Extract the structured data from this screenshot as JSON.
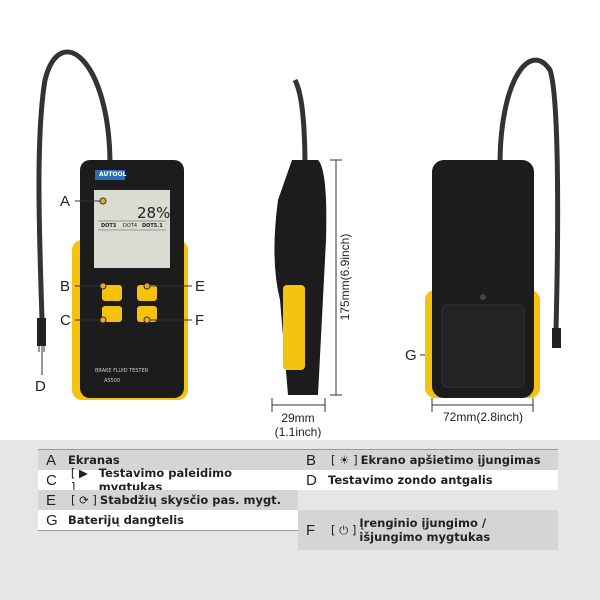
{
  "device": {
    "brand": "AUTOOL",
    "screen_value": "28%",
    "dot_labels": [
      "DOT3",
      "DOT4",
      "DOT5.1"
    ],
    "caption": "BRAKE FLUID TESTER",
    "model": "AS500"
  },
  "callouts": {
    "A": "A",
    "B": "B",
    "C": "C",
    "D": "D",
    "E": "E",
    "F": "F",
    "G": "G"
  },
  "dimensions": {
    "height": "175mm(6.9inch)",
    "depth_mm": "29mm",
    "depth_in": "(1.1inch)",
    "width": "72mm(2.8inch)"
  },
  "colors": {
    "accent": "#f5c20f",
    "body": "#1a1a1a",
    "table_gray": "#d5d5d5"
  },
  "legend": [
    {
      "letter": "A",
      "icon": "",
      "text": "Ekranas"
    },
    {
      "letter": "B",
      "icon": "[ ☀ ]",
      "text": "Ekrano apšietimo įjungimas"
    },
    {
      "letter": "C",
      "icon": "[ ▶ ]",
      "text": "Testavimo paleidimo mygtukas"
    },
    {
      "letter": "D",
      "icon": "",
      "text": "Testavimo zondo antgalis"
    },
    {
      "letter": "E",
      "icon": "[ ⟳ ]",
      "text": "Stabdžių skysčio pas. mygt."
    },
    {
      "letter": "F",
      "icon": "[ ⏻ ]",
      "text": "Įrenginio įjungimo / išjungimo mygtukas"
    },
    {
      "letter": "G",
      "icon": "",
      "text": "Baterijų dangtelis"
    }
  ]
}
